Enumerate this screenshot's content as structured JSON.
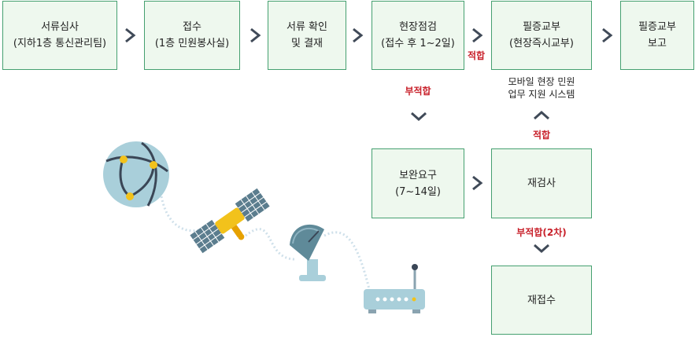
{
  "steps": [
    {
      "line1": "서류심사",
      "line2": "(지하1층 통신관리팀)"
    },
    {
      "line1": "접수",
      "line2": "(1층 민원봉사실)"
    },
    {
      "line1": "서류 확인",
      "line2": "및 결재"
    },
    {
      "line1": "현장점검",
      "line2": "(접수 후 1~2일)"
    },
    {
      "line1": "필증교부",
      "line2": "(현장즉시교부)"
    },
    {
      "line1": "필증교부",
      "line2": "보고"
    }
  ],
  "supplement": {
    "line1": "보완요구",
    "line2": "(7~14일)"
  },
  "recheck": {
    "line1": "재검사"
  },
  "reapply": {
    "line1": "재접수"
  },
  "labels": {
    "pass_top": "적합",
    "fail": "부적합",
    "pass_recheck": "적합",
    "fail_second": "부적합(2차)",
    "mobile_line1": "모바일 현장 민원",
    "mobile_line2": "업무 지원 시스템"
  },
  "colors": {
    "box_fill": "#eef8ee",
    "box_border": "#45a070",
    "arrow": "#404a58",
    "red_text": "#c8202a"
  }
}
